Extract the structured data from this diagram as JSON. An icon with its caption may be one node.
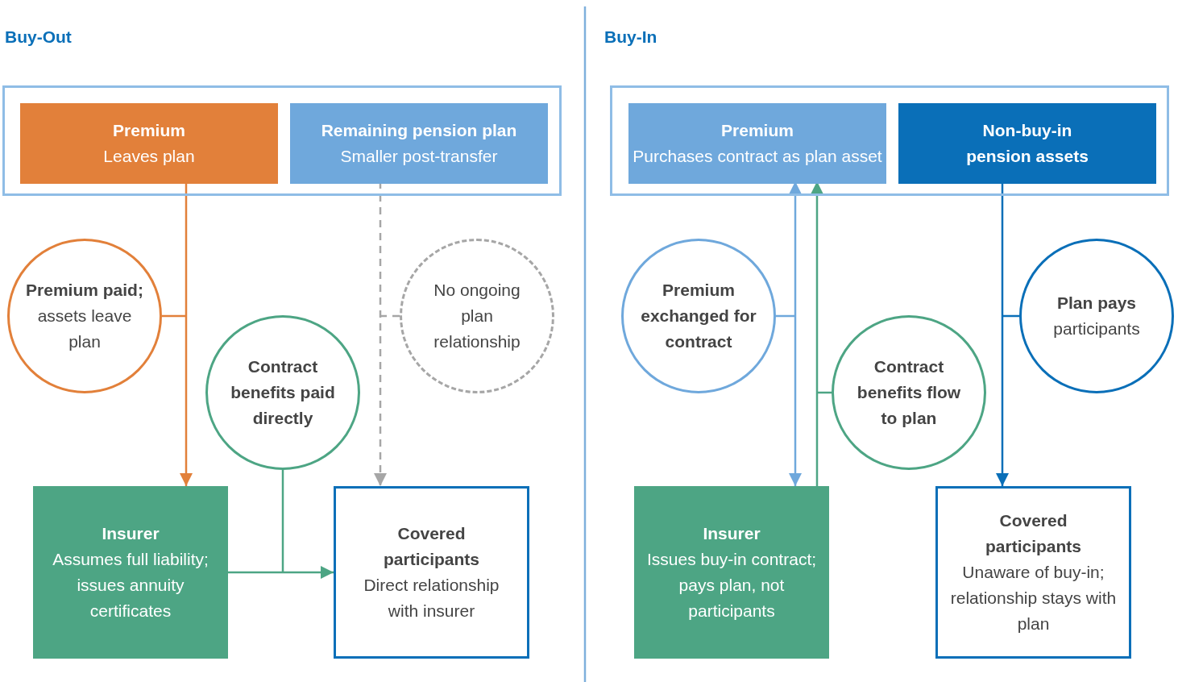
{
  "diagram": {
    "nodes": [
      {
        "text": [],
        "shape": "box"
      },
      {
        "text": [
          "Premium",
          "Leaves plan"
        ],
        "in": 0
      },
      {
        "text": [
          "Remaining pension plan",
          "Smaller post-transfer"
        ],
        "in": 0
      },
      {
        "text": [
          "**Premium paid;** assets leave plan"
        ]
      },
      {
        "text": [
          "Contract benefits paid directly"
        ]
      },
      {
        "text": [
          "No ongoing plan relationship"
        ]
      },
      {
        "text": [
          "Insurer",
          "Assumes full liability; issues annuity certificates"
        ]
      },
      {
        "text": [
          "Covered participants",
          "Direct relationship with insurer"
        ]
      },
      {
        "text": [],
        "shape": "box"
      },
      {
        "text": [
          "Premium",
          "Purchases contract as plan asset"
        ],
        "in": 8
      },
      {
        "text": [
          "Non-buy-in pension assets"
        ],
        "in": 8
      },
      {
        "text": [
          "Premium exchanged for contract"
        ]
      },
      {
        "text": [
          "Contract benefits flow to plan"
        ]
      },
      {
        "text": [
          "**Plan pays** participants"
        ]
      },
      {
        "text": [
          "Insurer",
          "Issues buy-in contract; pays plan, not participants"
        ]
      },
      {
        "text": [
          "Covered participants",
          "Unaware of buy-in; relationship stays with plan"
        ]
      }
    ],
    "edges": [
      {
        "from": 1,
        "to": 6,
        "arrow": "to",
        "color": "#e2803a"
      },
      {
        "from": 2,
        "to": 7,
        "arrow": "to",
        "style": "dashed",
        "color": "#a6a6a6"
      },
      {
        "from": 6,
        "to": 7,
        "arrow": "to"
      },
      {
        "from": 3,
        "to": null,
        "arrow": "none",
        "color": "#e2803a"
      },
      {
        "from": 4,
        "to": null,
        "arrow": "none"
      },
      {
        "from": 5,
        "to": null,
        "arrow": "none",
        "style": "dashed",
        "color": "#a6a6a6"
      },
      {
        "from": 9,
        "to": 14,
        "arrow": "both",
        "color": "#6fa8dc"
      },
      {
        "from": 14,
        "to": 9,
        "arrow": "to"
      },
      {
        "from": 10,
        "to": 15,
        "arrow": "to",
        "color": "#0a6fb8"
      },
      {
        "from": 11,
        "to": null,
        "arrow": "none",
        "color": "#6fa8dc"
      },
      {
        "from": 12,
        "to": null,
        "arrow": "none"
      },
      {
        "from": 13,
        "to": null,
        "arrow": "none",
        "color": "#0a6fb8"
      }
    ],
    "labels": [
      "Buy-Out",
      "Buy-In"
    ]
  }
}
